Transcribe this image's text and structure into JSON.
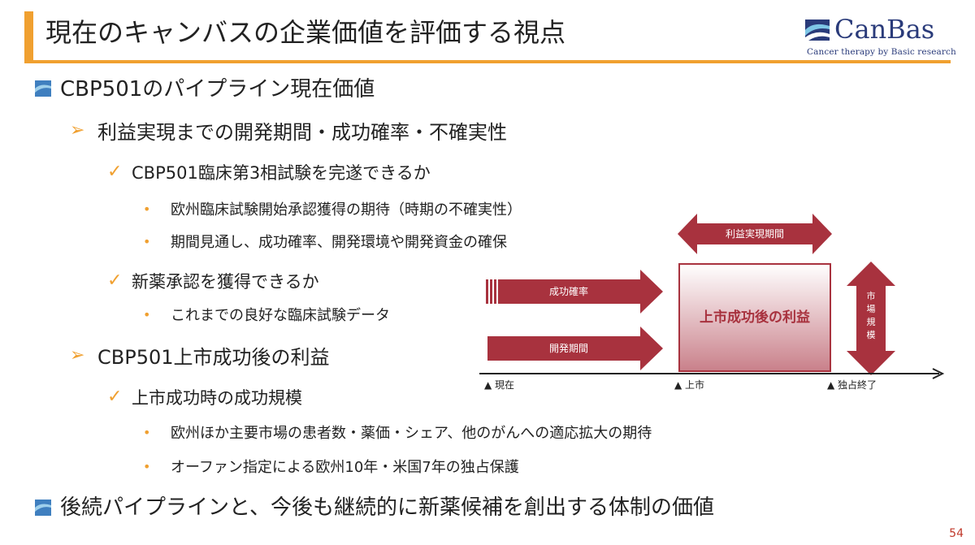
{
  "title": "現在のキャンバスの企業価値を評価する視点",
  "logo": {
    "name": "CanBas",
    "tagline": "Cancer therapy by Basic research"
  },
  "content": {
    "l1_a": "CBP501のパイプライン現在価値",
    "l2_a": "利益実現までの開発期間・成功確率・不確実性",
    "l3_a": "CBP501臨床第3相試験を完遂できるか",
    "l4_a1": "欧州臨床試験開始承認獲得の期待（時期の不確実性）",
    "l4_a2": "期間見通し、成功確率、開発環境や開発資金の確保",
    "l3_b": "新薬承認を獲得できるか",
    "l4_b1": "これまでの良好な臨床試験データ",
    "l2_b": "CBP501上市成功後の利益",
    "l3_c": "上市成功時の成功規模",
    "l4_c1": "欧州ほか主要市場の患者数・薬価・シェア、他のがんへの適応拡大の期待",
    "l4_c2": "オーファン指定による欧州10年・米国7年の独占保護",
    "l1_b": "後続パイプラインと、今後も継続的に新薬候補を創出する体制の価値"
  },
  "diagram": {
    "profit_period": "利益実現期間",
    "success_rate": "成功確率",
    "dev_period": "開発期間",
    "profit_box": "上市成功後の利益",
    "market_size": [
      "市",
      "場",
      "規",
      "模"
    ],
    "axis_now": "▲ 現在",
    "axis_launch": "▲ 上市",
    "axis_exclusivity_end": "▲ 独占終了"
  },
  "colors": {
    "accent": "#f0a030",
    "arrow_red": "#a8323e",
    "logo_blue": "#2a3b7a"
  },
  "page_number": "54"
}
